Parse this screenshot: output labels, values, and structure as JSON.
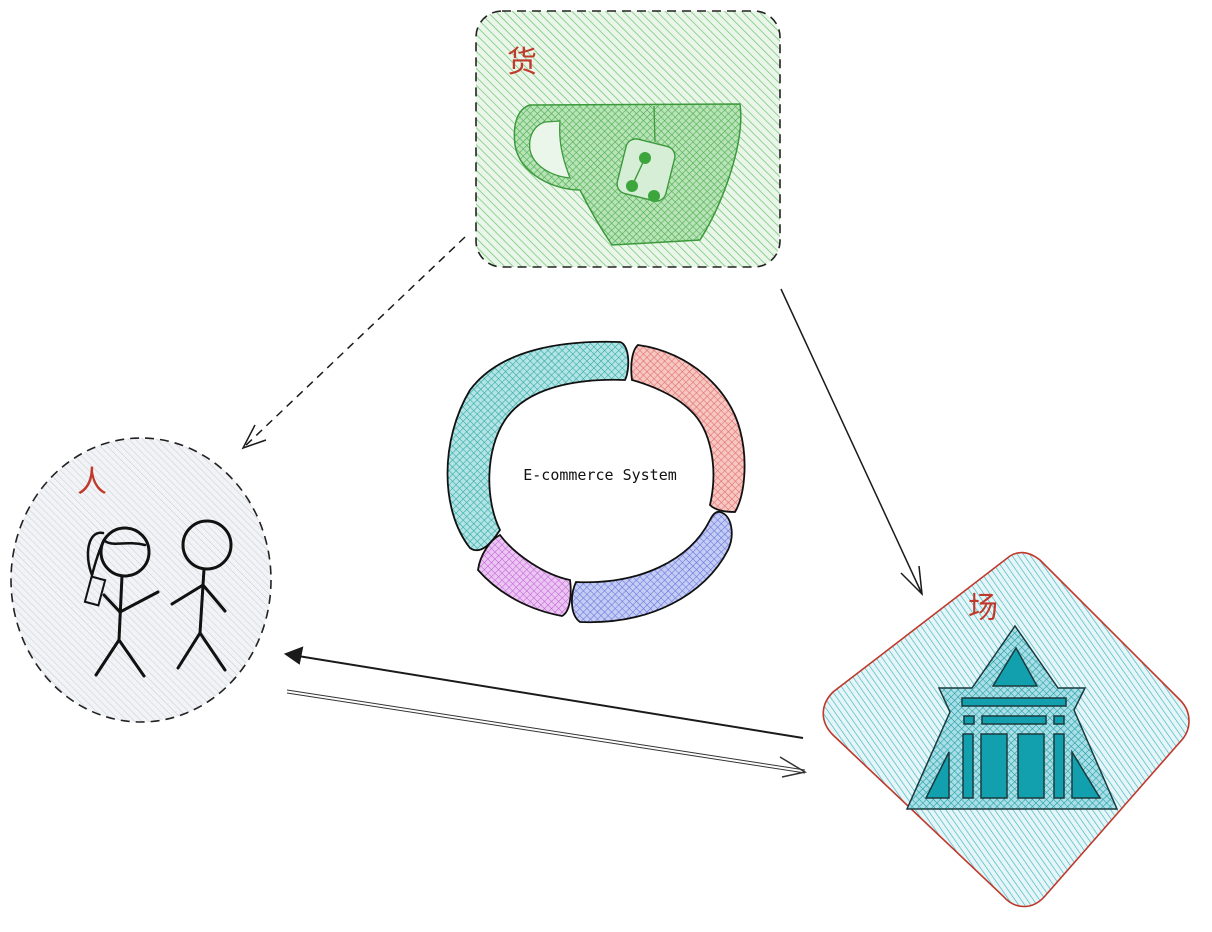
{
  "diagram": {
    "title": "E-commerce System",
    "colors": {
      "label": "#c0392b",
      "goods_fill": "#5cb85c",
      "goods_stroke": "#3c9a3c",
      "people_fill": "#d6d9e0",
      "place_fill": "#1aa3b0",
      "place_stroke": "#c0392b",
      "ring_teal": "#33b3b3",
      "ring_red": "#e86a6a",
      "ring_blue": "#6a7be0",
      "ring_purple": "#c56ad8",
      "line": "#1a1a1a"
    },
    "nodes": {
      "goods": {
        "label": "货",
        "meaning": "goods",
        "icon": "teacup-icon"
      },
      "people": {
        "label": "人",
        "meaning": "people",
        "icon": "stick-figures-icon"
      },
      "place": {
        "label": "场",
        "meaning": "place",
        "icon": "building-icon"
      }
    },
    "center": {
      "label": "E-commerce System",
      "segments": [
        {
          "name": "teal",
          "color": "#33b3b3"
        },
        {
          "name": "red",
          "color": "#e86a6a"
        },
        {
          "name": "blue",
          "color": "#6a7be0"
        },
        {
          "name": "purple",
          "color": "#c56ad8"
        }
      ]
    },
    "edges": [
      {
        "from": "goods",
        "to": "people",
        "style": "dashed"
      },
      {
        "from": "goods",
        "to": "place",
        "style": "solid"
      },
      {
        "from": "place",
        "to": "people",
        "style": "solid"
      },
      {
        "from": "people",
        "to": "place",
        "style": "double"
      }
    ]
  }
}
